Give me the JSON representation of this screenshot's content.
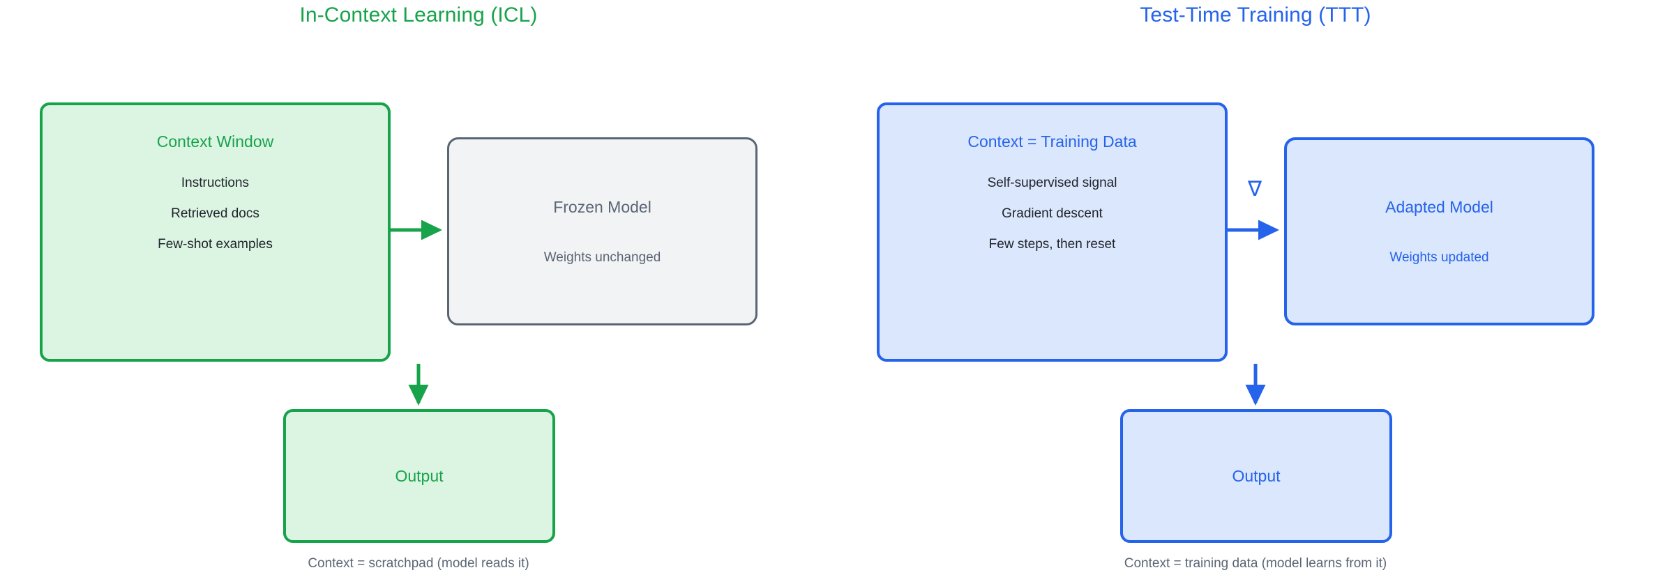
{
  "panels": [
    {
      "id": "icl",
      "title": "In-Context Learning (ICL)",
      "accent": "#17a34a",
      "fill": "#dcf5e3",
      "context_box": {
        "heading": "Context Window",
        "items": [
          "Instructions",
          "Retrieved docs",
          "Few-shot examples"
        ]
      },
      "model_box": {
        "heading": "Frozen Model",
        "subtext": "Weights unchanged",
        "border": "#5a6574",
        "fill": "#f2f3f5"
      },
      "output_box": {
        "label": "Output"
      },
      "caption": "Context = scratchpad (model reads it)",
      "edge_symbol": ""
    },
    {
      "id": "ttt",
      "title": "Test-Time Training (TTT)",
      "accent": "#2563eb",
      "fill": "#dbe7fd",
      "context_box": {
        "heading": "Context = Training Data",
        "items": [
          "Self-supervised signal",
          "Gradient descent",
          "Few steps, then reset"
        ]
      },
      "model_box": {
        "heading": "Adapted Model",
        "subtext": "Weights updated",
        "border": "#2563eb",
        "fill": "#dbe7fd"
      },
      "output_box": {
        "label": "Output"
      },
      "caption": "Context = training data (model learns from it)",
      "edge_symbol": "∇"
    }
  ],
  "colors": {
    "green_accent": "#17a34a",
    "green_fill": "#dcf5e3",
    "blue_accent": "#2563eb",
    "blue_fill": "#dbe7fd",
    "gray_border": "#5a6574",
    "gray_fill": "#f2f3f5",
    "text_dark": "#20242b",
    "background": "#ffffff"
  }
}
